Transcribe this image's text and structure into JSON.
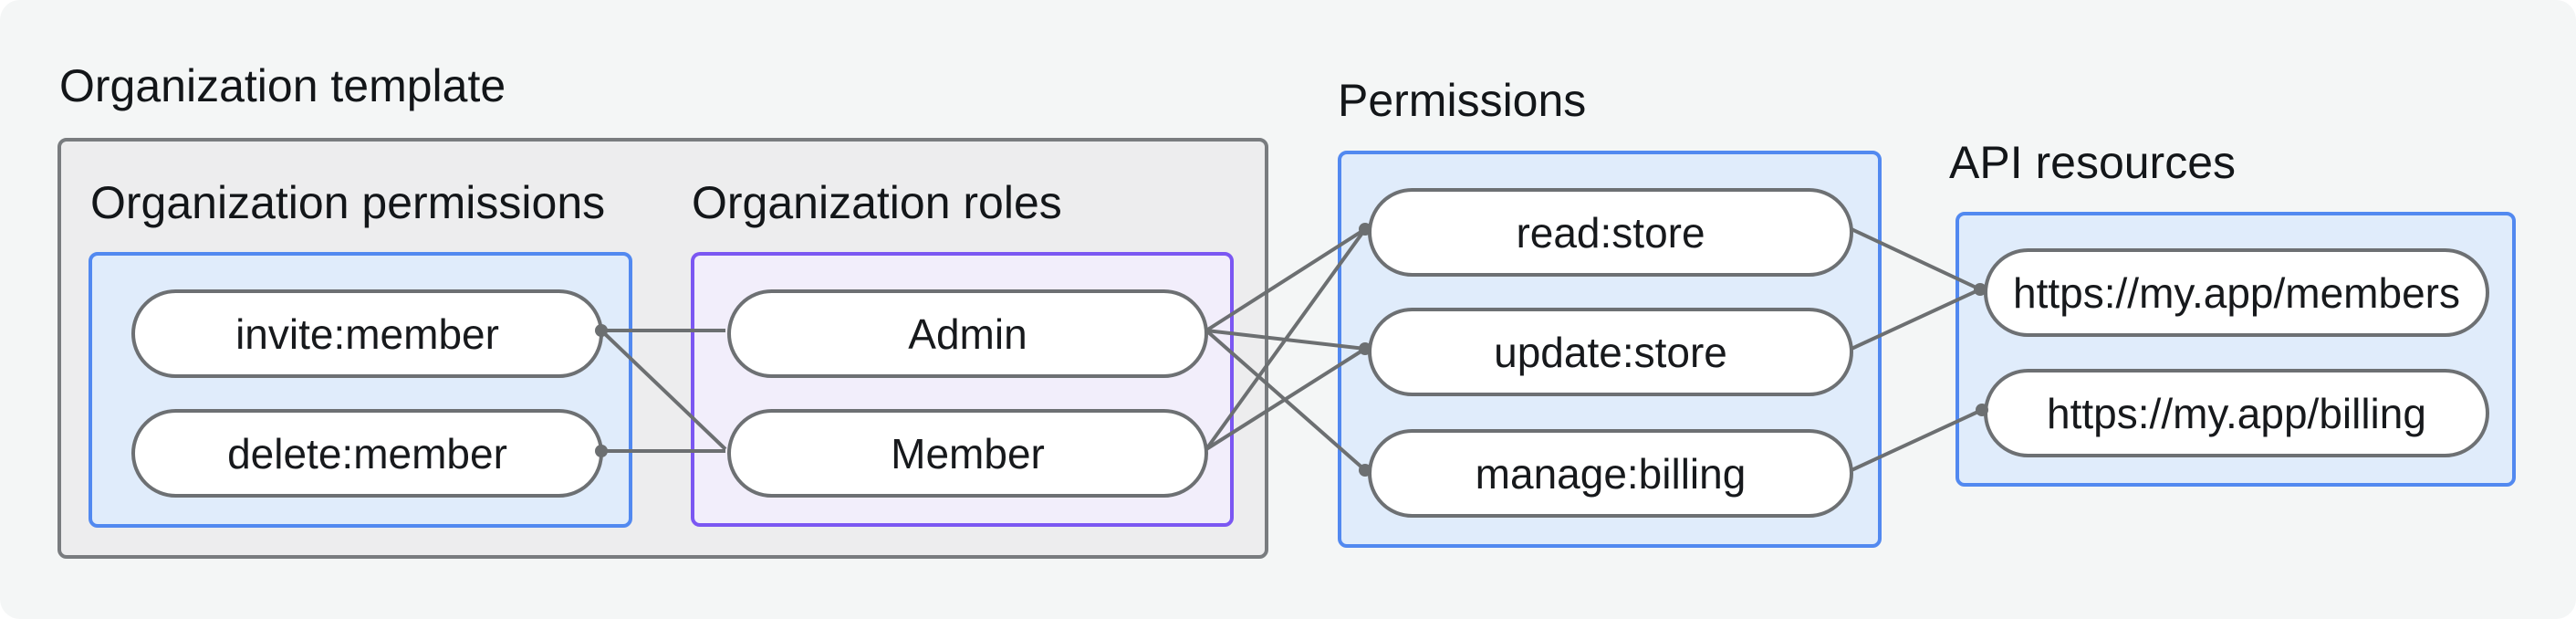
{
  "diagram": {
    "template_group": {
      "title": "Organization template"
    },
    "org_permissions": {
      "label": "Organization permissions",
      "pills": [
        {
          "label": "invite:member"
        },
        {
          "label": "delete:member"
        }
      ]
    },
    "org_roles": {
      "label": "Organization roles",
      "pills": [
        {
          "label": "Admin"
        },
        {
          "label": "Member"
        }
      ]
    },
    "permissions": {
      "title": "Permissions",
      "pills": [
        {
          "label": "read:store"
        },
        {
          "label": "update:store"
        },
        {
          "label": "manage:billing"
        }
      ]
    },
    "api_resources": {
      "title": "API resources",
      "pills": [
        {
          "label": "https://my.app/members"
        },
        {
          "label": "https://my.app/billing"
        }
      ]
    },
    "edges": [
      {
        "from": "invite:member",
        "to": "Admin"
      },
      {
        "from": "invite:member",
        "to": "Member"
      },
      {
        "from": "delete:member",
        "to": "Member"
      },
      {
        "from": "Admin",
        "to": "read:store"
      },
      {
        "from": "Admin",
        "to": "update:store"
      },
      {
        "from": "Admin",
        "to": "manage:billing"
      },
      {
        "from": "Member",
        "to": "read:store"
      },
      {
        "from": "Member",
        "to": "update:store"
      },
      {
        "from": "read:store",
        "to": "https://my.app/members"
      },
      {
        "from": "update:store",
        "to": "https://my.app/members"
      },
      {
        "from": "manage:billing",
        "to": "https://my.app/billing"
      }
    ],
    "colors": {
      "page_background": "#f4f6f6",
      "template_box_fill": "#ededee",
      "template_box_border": "#797c7f",
      "blue_box_fill": "#e0ecfb",
      "blue_box_border": "#5289f0",
      "purple_box_fill": "#f2eefb",
      "purple_box_border": "#7b57f2",
      "pill_fill": "#ffffff",
      "pill_border": "#6d7073",
      "connector": "#6c6f71",
      "text": "#17191c"
    }
  }
}
